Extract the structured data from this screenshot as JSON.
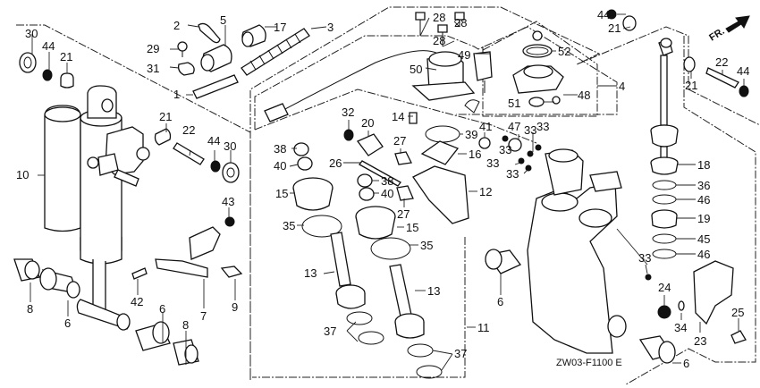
{
  "diagram": {
    "title": "Power Trim/Tilt Assembly Parts Diagram",
    "drawing_code": "ZW03-F1100 E",
    "direction_indicator": "FR.",
    "callouts": [
      {
        "id": "c1",
        "label": "1"
      },
      {
        "id": "c2",
        "label": "2"
      },
      {
        "id": "c3",
        "label": "3"
      },
      {
        "id": "c4",
        "label": "4"
      },
      {
        "id": "c5",
        "label": "5"
      },
      {
        "id": "c6a",
        "label": "6"
      },
      {
        "id": "c6b",
        "label": "6"
      },
      {
        "id": "c6c",
        "label": "6"
      },
      {
        "id": "c6d",
        "label": "6"
      },
      {
        "id": "c7",
        "label": "7"
      },
      {
        "id": "c8a",
        "label": "8"
      },
      {
        "id": "c8b",
        "label": "8"
      },
      {
        "id": "c9",
        "label": "9"
      },
      {
        "id": "c10",
        "label": "10"
      },
      {
        "id": "c11",
        "label": "11"
      },
      {
        "id": "c12",
        "label": "12"
      },
      {
        "id": "c13a",
        "label": "13"
      },
      {
        "id": "c13b",
        "label": "13"
      },
      {
        "id": "c14",
        "label": "14"
      },
      {
        "id": "c15a",
        "label": "15"
      },
      {
        "id": "c15b",
        "label": "15"
      },
      {
        "id": "c16",
        "label": "16"
      },
      {
        "id": "c17",
        "label": "17"
      },
      {
        "id": "c18",
        "label": "18"
      },
      {
        "id": "c19",
        "label": "19"
      },
      {
        "id": "c20",
        "label": "20"
      },
      {
        "id": "c21a",
        "label": "21"
      },
      {
        "id": "c21b",
        "label": "21"
      },
      {
        "id": "c21c",
        "label": "21"
      },
      {
        "id": "c21d",
        "label": "21"
      },
      {
        "id": "c22a",
        "label": "22"
      },
      {
        "id": "c22b",
        "label": "22"
      },
      {
        "id": "c23",
        "label": "23"
      },
      {
        "id": "c24",
        "label": "24"
      },
      {
        "id": "c25",
        "label": "25"
      },
      {
        "id": "c26",
        "label": "26"
      },
      {
        "id": "c27a",
        "label": "27"
      },
      {
        "id": "c27b",
        "label": "27"
      },
      {
        "id": "c28a",
        "label": "28"
      },
      {
        "id": "c28b",
        "label": "28"
      },
      {
        "id": "c28c",
        "label": "28"
      },
      {
        "id": "c29",
        "label": "29"
      },
      {
        "id": "c30a",
        "label": "30"
      },
      {
        "id": "c30b",
        "label": "30"
      },
      {
        "id": "c31",
        "label": "31"
      },
      {
        "id": "c32",
        "label": "32"
      },
      {
        "id": "c33a",
        "label": "33"
      },
      {
        "id": "c33b",
        "label": "33"
      },
      {
        "id": "c33c",
        "label": "33"
      },
      {
        "id": "c33d",
        "label": "33"
      },
      {
        "id": "c33e",
        "label": "33"
      },
      {
        "id": "c33f",
        "label": "33"
      },
      {
        "id": "c34",
        "label": "34"
      },
      {
        "id": "c35a",
        "label": "35"
      },
      {
        "id": "c35b",
        "label": "35"
      },
      {
        "id": "c36",
        "label": "36"
      },
      {
        "id": "c37a",
        "label": "37"
      },
      {
        "id": "c37b",
        "label": "37"
      },
      {
        "id": "c38a",
        "label": "38"
      },
      {
        "id": "c38b",
        "label": "38"
      },
      {
        "id": "c39",
        "label": "39"
      },
      {
        "id": "c40a",
        "label": "40"
      },
      {
        "id": "c40b",
        "label": "40"
      },
      {
        "id": "c41",
        "label": "41"
      },
      {
        "id": "c42",
        "label": "42"
      },
      {
        "id": "c43",
        "label": "43"
      },
      {
        "id": "c44a",
        "label": "44"
      },
      {
        "id": "c44b",
        "label": "44"
      },
      {
        "id": "c44c",
        "label": "44"
      },
      {
        "id": "c44d",
        "label": "44"
      },
      {
        "id": "c45",
        "label": "45"
      },
      {
        "id": "c46a",
        "label": "46"
      },
      {
        "id": "c46b",
        "label": "46"
      },
      {
        "id": "c47",
        "label": "47"
      },
      {
        "id": "c48",
        "label": "48"
      },
      {
        "id": "c49",
        "label": "49"
      },
      {
        "id": "c50",
        "label": "50"
      },
      {
        "id": "c51",
        "label": "51"
      },
      {
        "id": "c52",
        "label": "52"
      }
    ]
  }
}
